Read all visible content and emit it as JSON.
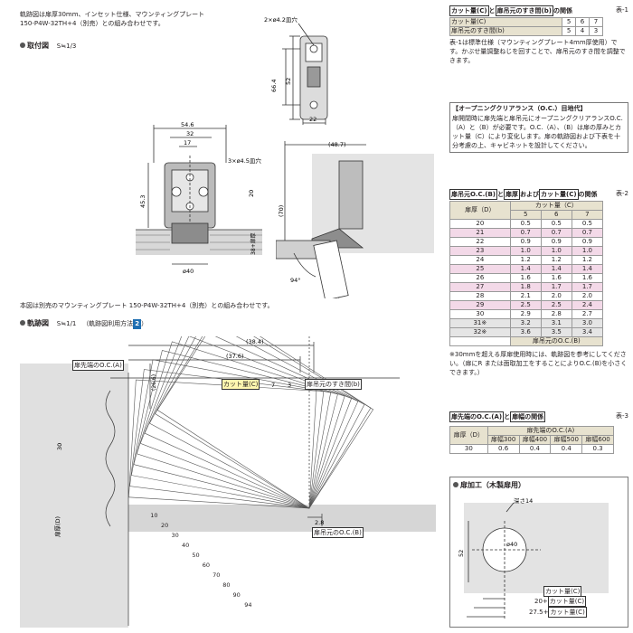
{
  "intro": {
    "line1": "軌跡図は扉厚30mm、インセット仕様、マウンティングプレート",
    "line2": "150-P4W-32TH+4（別売）との組み合わせです。"
  },
  "mount": {
    "title": "取付図",
    "scale": "S≒1/3",
    "hole_top": "2×ø4.2皿穴",
    "hole_mid": "3×ø4.5皿穴",
    "dims": {
      "d66_4": "66.4",
      "d52": "52",
      "d22": "22",
      "d54_6": "54.6",
      "d32": "32",
      "d17": "17",
      "d45_3": "45.3",
      "d20": "20",
      "d40": "ø40",
      "d48_7": "(48.7)",
      "d70": "(70)",
      "d94": "94°",
      "door_thickness": "38+扉厚"
    }
  },
  "note": "本図は別売のマウンティングプレート 150-P4W-32TH+4（別売）との組み合わせです。",
  "trajectory": {
    "title": "軌跡図",
    "scale": "S≒1/1",
    "method": "（軌跡図利用方法",
    "method_num": "2",
    "method_end": "）",
    "dims": {
      "d38_4": "(38.4)",
      "d37_6": "(37.6)",
      "d26_6": "(26.6)",
      "d30": "30",
      "d7": "7",
      "d3": "3",
      "d2_8": "2.8"
    },
    "labels": {
      "oc_a": "扉先端のO.C.(A)",
      "cut": "カット量(C)",
      "gap": "扉吊元のすき間(b)",
      "oc_b": "扉吊元のO.C.(B)",
      "door": "扉厚(D)"
    },
    "angles": [
      "10",
      "20",
      "30",
      "40",
      "50",
      "60",
      "70",
      "80",
      "90",
      "94"
    ]
  },
  "table1": {
    "header_a": "カット量(C)",
    "header_and": "と",
    "header_b": "扉吊元のすき間(b)",
    "header_end": "の関係",
    "label": "表-1",
    "rows": [
      {
        "name": "カット量(C)",
        "v": [
          "5",
          "6",
          "7"
        ]
      },
      {
        "name": "扉吊元のすき間(b)",
        "v": [
          "5",
          "4",
          "3"
        ]
      }
    ],
    "note": "表-1は標準仕様（マウンティングプレート4mm厚使用）です。かぶせ量調整ねじを回すことで、扉吊元のすき間を調整できます。"
  },
  "clearance": {
    "title": "【オープニングクリアランス（O.C.）目地代】",
    "text": "扉開閉時に扉先端と扉吊元にオープニングクリアランスO.C.（A）と（B）が必要です。O.C.（A）、（B）は扉の厚みとカット量（C）により変化します。扉の軌跡図および下表を十分考慮の上、キャビネットを設計してください。"
  },
  "table2": {
    "h1": "扉吊元O.C.(B)",
    "h2": "扉厚",
    "h3": "および",
    "h4": "カット量(C)",
    "h5": "の関係",
    "label": "表-2",
    "col_thick": "扉厚（D）",
    "col_cut": "カット量（C）",
    "cuts": [
      "5",
      "6",
      "7"
    ],
    "rows": [
      {
        "d": "20",
        "v": [
          "0.5",
          "0.5",
          "0.5"
        ]
      },
      {
        "d": "21",
        "v": [
          "0.7",
          "0.7",
          "0.7"
        ]
      },
      {
        "d": "22",
        "v": [
          "0.9",
          "0.9",
          "0.9"
        ]
      },
      {
        "d": "23",
        "v": [
          "1.0",
          "1.0",
          "1.0"
        ]
      },
      {
        "d": "24",
        "v": [
          "1.2",
          "1.2",
          "1.2"
        ]
      },
      {
        "d": "25",
        "v": [
          "1.4",
          "1.4",
          "1.4"
        ]
      },
      {
        "d": "26",
        "v": [
          "1.6",
          "1.6",
          "1.6"
        ]
      },
      {
        "d": "27",
        "v": [
          "1.8",
          "1.7",
          "1.7"
        ]
      },
      {
        "d": "28",
        "v": [
          "2.1",
          "2.0",
          "2.0"
        ]
      },
      {
        "d": "29",
        "v": [
          "2.5",
          "2.5",
          "2.4"
        ]
      },
      {
        "d": "30",
        "v": [
          "2.9",
          "2.8",
          "2.7"
        ]
      },
      {
        "d": "31※",
        "v": [
          "3.2",
          "3.1",
          "3.0"
        ]
      },
      {
        "d": "32※",
        "v": [
          "3.6",
          "3.5",
          "3.4"
        ]
      }
    ],
    "footer": "扉吊元のO.C.(B)",
    "note": "※30mmを超える厚扉使用時には、軌跡図を参考にしてください。（扉にR または面取加工をすることによりO.C.(B)を小さくできます。）"
  },
  "table3": {
    "h1": "扉先端のO.C.(A)",
    "h2": "と",
    "h3": "扉幅の関係",
    "label": "表-3",
    "col_thick": "扉厚（D）",
    "col_oc": "扉先端のO.C.(A)",
    "widths": [
      "扉幅300",
      "扉幅400",
      "扉幅500",
      "扉幅600"
    ],
    "row": {
      "d": "30",
      "v": [
        "0.6",
        "0.4",
        "0.4",
        "0.3"
      ]
    }
  },
  "drill": {
    "title": "扉加工（木製扉用）",
    "depth": "深さ14",
    "d40": "ø40",
    "d52": "52",
    "r1": "カット量(C)",
    "r2a": "20+",
    "r2b": "カット量(C)",
    "r3a": "27.5+",
    "r3b": "カット量(C)"
  }
}
